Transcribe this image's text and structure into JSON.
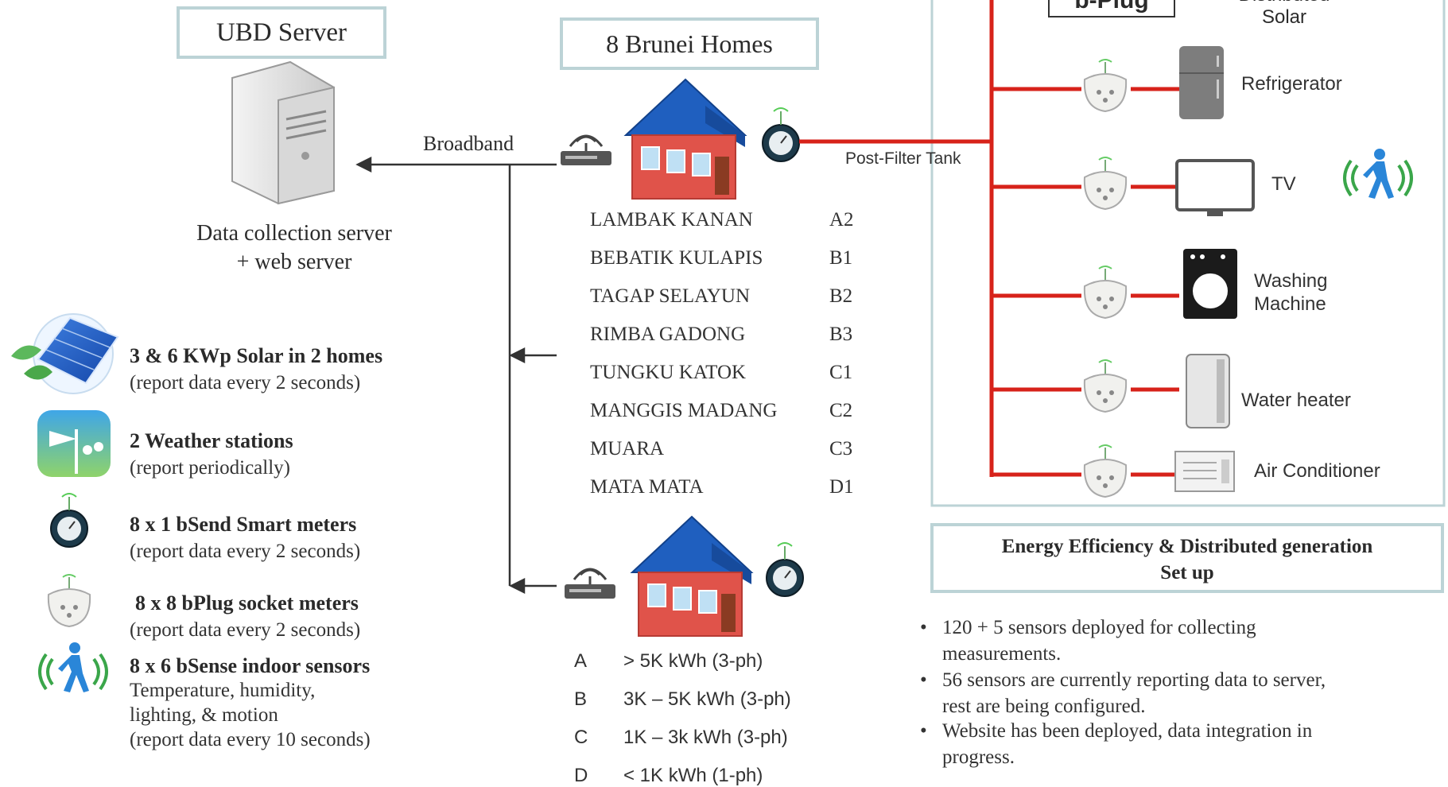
{
  "server": {
    "title": "UBD Server",
    "caption_line1": "Data collection server",
    "caption_line2": "+ web server",
    "link_label": "Broadband"
  },
  "homes": {
    "title": "8 Brunei Homes",
    "list": [
      {
        "name": "LAMBAK KANAN",
        "code": "A2"
      },
      {
        "name": "BEBATIK KULAPIS",
        "code": "B1"
      },
      {
        "name": "TAGAP SELAYUN",
        "code": "B2"
      },
      {
        "name": "RIMBA GADONG",
        "code": "B3"
      },
      {
        "name": "TUNGKU KATOK",
        "code": "C1"
      },
      {
        "name": "MANGGIS MADANG",
        "code": "C2"
      },
      {
        "name": "MUARA",
        "code": "C3"
      },
      {
        "name": "MATA MATA",
        "code": "D1"
      }
    ],
    "tiers": [
      {
        "code": "A",
        "range": "> 5K kWh  (3-ph)"
      },
      {
        "code": "B",
        "range": "3K – 5K kWh  (3-ph)"
      },
      {
        "code": "C",
        "range": "1K – 3k kWh  (3-ph)"
      },
      {
        "code": "D",
        "range": "< 1K kWh  (1-ph)"
      }
    ]
  },
  "legend": [
    {
      "icon": "solar-panel-icon",
      "main": "3 & 6 KWp Solar in 2 homes",
      "sub": [
        "(report data every 2 seconds)"
      ]
    },
    {
      "icon": "weather-station-icon",
      "main": "2 Weather stations",
      "sub": [
        "(report periodically)"
      ]
    },
    {
      "icon": "smart-meter-icon",
      "main": "8 x 1 bSend Smart meters",
      "sub": [
        "(report data every 2 seconds)"
      ]
    },
    {
      "icon": "socket-meter-icon",
      "main": "8 x 8 bPlug socket meters",
      "sub": [
        "(report data every 2 seconds)"
      ]
    },
    {
      "icon": "motion-sensor-icon",
      "main": "8 x 6 bSense indoor sensors",
      "sub": [
        "Temperature, humidity,",
        "lighting, & motion",
        "(report data every 10 seconds)"
      ]
    }
  ],
  "detail": {
    "bplug_label": "b-Plug",
    "solar_label_top": "Distributed",
    "solar_label": "Solar",
    "tank_label": "Post-Filter Tank",
    "appliances": [
      {
        "label": "Refrigerator",
        "icon": "refrigerator-icon"
      },
      {
        "label": "TV",
        "icon": "tv-icon"
      },
      {
        "label_line1": "Washing",
        "label_line2": "Machine",
        "icon": "washing-machine-icon"
      },
      {
        "label": "Water heater",
        "icon": "water-heater-icon"
      },
      {
        "label": "Air Conditioner",
        "icon": "air-conditioner-icon"
      }
    ]
  },
  "ee": {
    "title_line1": "Energy Efficiency & Distributed generation",
    "title_line2": "Set up",
    "bullets": [
      {
        "line1": "120 + 5 sensors deployed for collecting",
        "line2": "measurements."
      },
      {
        "line1": "56 sensors are currently reporting data to server,",
        "line2": "rest are being configured."
      },
      {
        "line1": "Website has been deployed, data integration in",
        "line2": "progress."
      }
    ]
  },
  "colors": {
    "frame": "#bcd3d6",
    "wire": "#d7221a",
    "roof": "#1f5fbf",
    "wall": "#e0534a"
  }
}
